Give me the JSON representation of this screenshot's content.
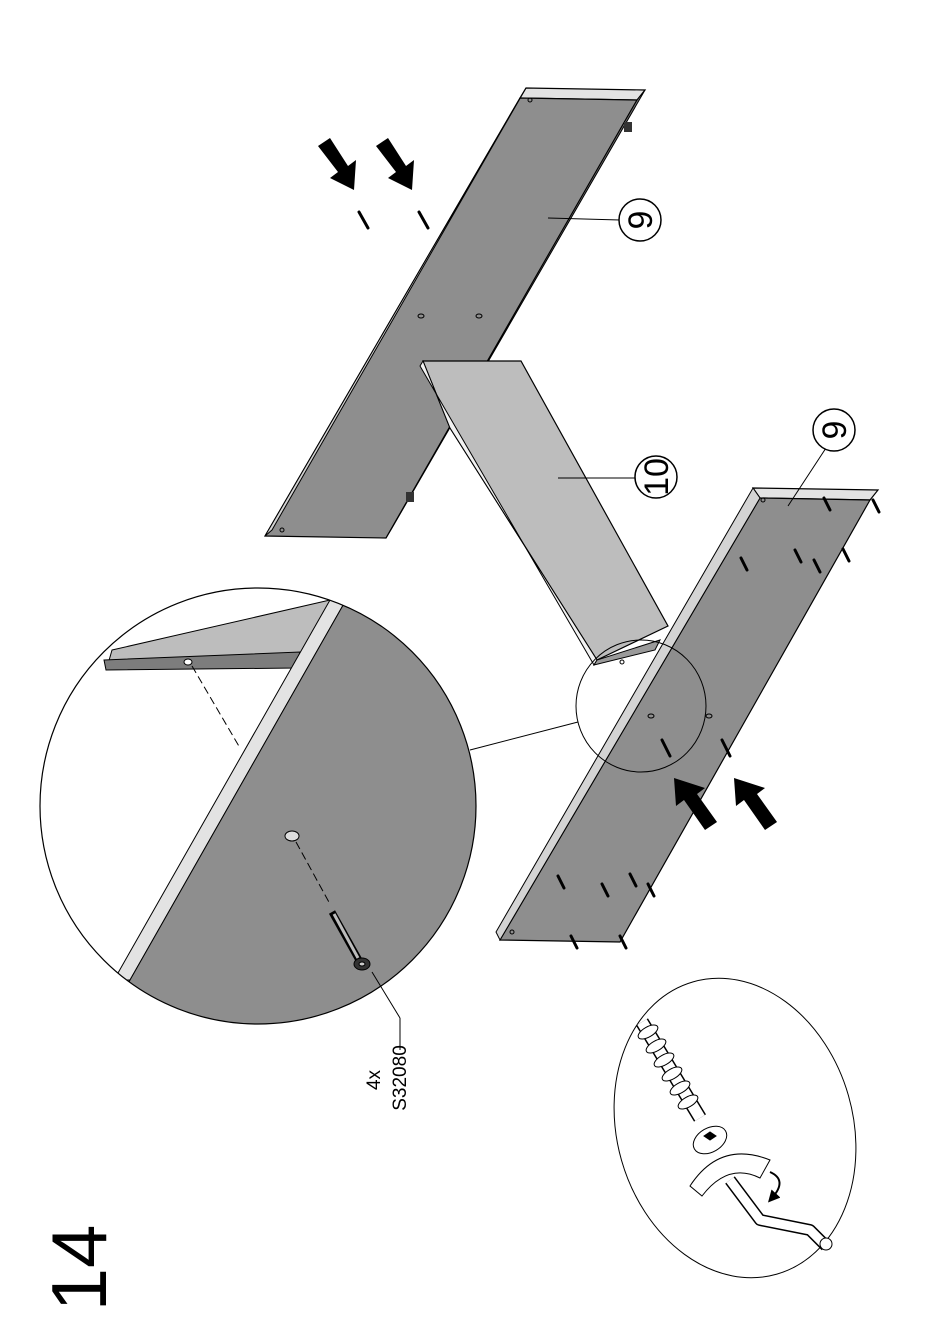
{
  "step": {
    "number": "14"
  },
  "parts": {
    "side_panel_top": {
      "label": "9"
    },
    "shelf": {
      "label": "10"
    },
    "side_panel_bottom": {
      "label": "9"
    }
  },
  "hardware": {
    "quantity": "4x",
    "code": "S32080"
  },
  "colors": {
    "panel": "#8e8e8e",
    "shelf": "#bdbdbd",
    "edge": "#e3e3e3",
    "line": "#000000",
    "background": "#ffffff"
  }
}
